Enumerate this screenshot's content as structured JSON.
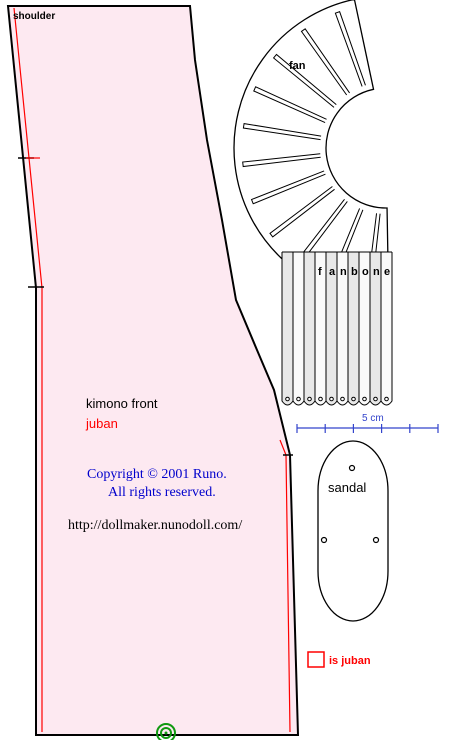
{
  "pattern": {
    "shoulder_label": "shoulder",
    "kimono_label": "kimono front",
    "juban_label": "juban",
    "copyright_line1": "Copyright © 2001 Runo.",
    "copyright_line2": "All rights reserved.",
    "url": "http://dollmaker.nunodoll.com/",
    "fan_label": "fan",
    "fanbone_letters": [
      "f",
      "a",
      "n",
      "b",
      "o",
      "n",
      "e"
    ],
    "scale_label": "5 cm",
    "sandal_label": "sandal",
    "legend_label": "is juban"
  },
  "colors": {
    "kimono_fill": "#fde9f1",
    "juban_line": "#ff0000",
    "outline": "#000000",
    "link_blue": "#0000cc",
    "scale_blue": "#3344cc",
    "green_mark": "#119911"
  }
}
